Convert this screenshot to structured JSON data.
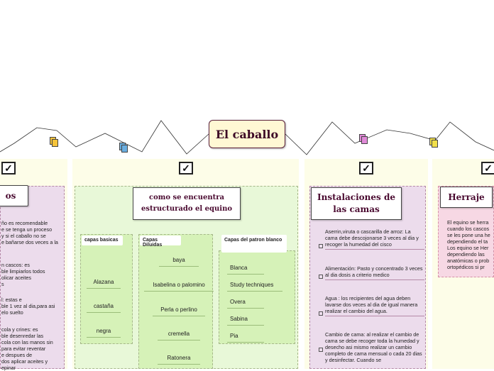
{
  "central": {
    "title": "El caballo"
  },
  "left_branch": {
    "topic_fragment": "os",
    "notes": [
      "ño es recomendable\ne se tenga un proceso\ny si el caballo no se\ne bañarse dos veces a la",
      "n cascos: es\nble limpiarlos todos\nolicar aceites\ns",
      "l: estas e\nble 1 vez al dia,para asi\nelo suelto",
      "cola y crines: es\nble desenredar las\ncola con las manos sin\npara evitar reventar\ne despues de\ndos aplicar aceites y\nepinar"
    ]
  },
  "structure_branch": {
    "topic": "como se encuentra estructurado el equino",
    "groups": [
      {
        "label": "capas basicas",
        "items": [
          "Alazana",
          "castaña",
          "negra"
        ]
      },
      {
        "label": "Capas Diluidas",
        "items": [
          "baya",
          "Isabelina o palomino",
          "Perla o perlino",
          "cremella",
          "Ratonera"
        ]
      },
      {
        "label": "Capas del patron blanco",
        "items": [
          "Blanca",
          "Study techniques",
          "Overa",
          "Sabina",
          "Pia"
        ]
      }
    ]
  },
  "beds_branch": {
    "topic": "Instalaciones de las camas",
    "items": [
      "Aserrin,viruta o cascarilla de arroz: La cama debe descojonarse 3 veces al dia y recoger la humedad del cisco",
      "Alimentación: Pasto y concentrado 3 veces al dia dosis a criterio medico",
      "Agua : los recipientes del agua deben lavarse dos veces al dia de igual manera realizar el cambio del agua.",
      "Cambio de cama: al realizar el cambio de cama se debe recoger toda la humedad y desecho asi mismo realizar un cambio completo de cama mensual o cada 20 dias y desinfectar. Cuando se"
    ]
  },
  "herraje_branch": {
    "topic": "Herraje",
    "text": "El equino se herra\ncuando los cascos\nse les pone una he\ndependiendo el ta\nLos equino se Her\ndependiendo las\nanatómicas o prob\nortopédicos  si  pr"
  },
  "colors": {
    "central_bg": "#fff8d4",
    "pink_panel": "#ecdcec",
    "green_panel": "#e8f8d8",
    "herraje_panel": "#f7d8e4",
    "title_color": "#4a0a30"
  }
}
